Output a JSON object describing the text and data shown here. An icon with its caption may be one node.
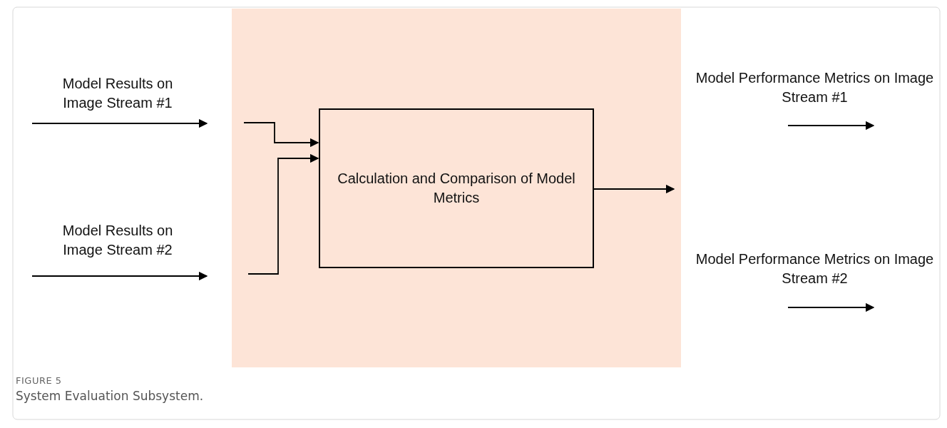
{
  "diagram": {
    "caption": "System Evaluation Subsystem.",
    "nodes": [
      {
        "text": [],
        "shape": "box"
      },
      {
        "text": [
          "Model Results on Image Stream #1"
        ]
      },
      {
        "text": [
          "Model Results on Image Stream #2"
        ]
      },
      {
        "text": [
          "Calculation and Comparison of Model Metrics"
        ],
        "in": 0
      },
      {
        "text": [
          "Model Performance Metrics on Image Stream #1"
        ]
      },
      {
        "text": [
          "Model Performance Metrics on Image Stream #2"
        ]
      }
    ],
    "edges": [
      {
        "from": null,
        "to": 3,
        "arrow": "to"
      },
      {
        "from": null,
        "to": 3,
        "arrow": "to"
      },
      {
        "from": 3,
        "to": null,
        "arrow": "to"
      }
    ],
    "labels": [
      "FIGURE 5"
    ]
  }
}
